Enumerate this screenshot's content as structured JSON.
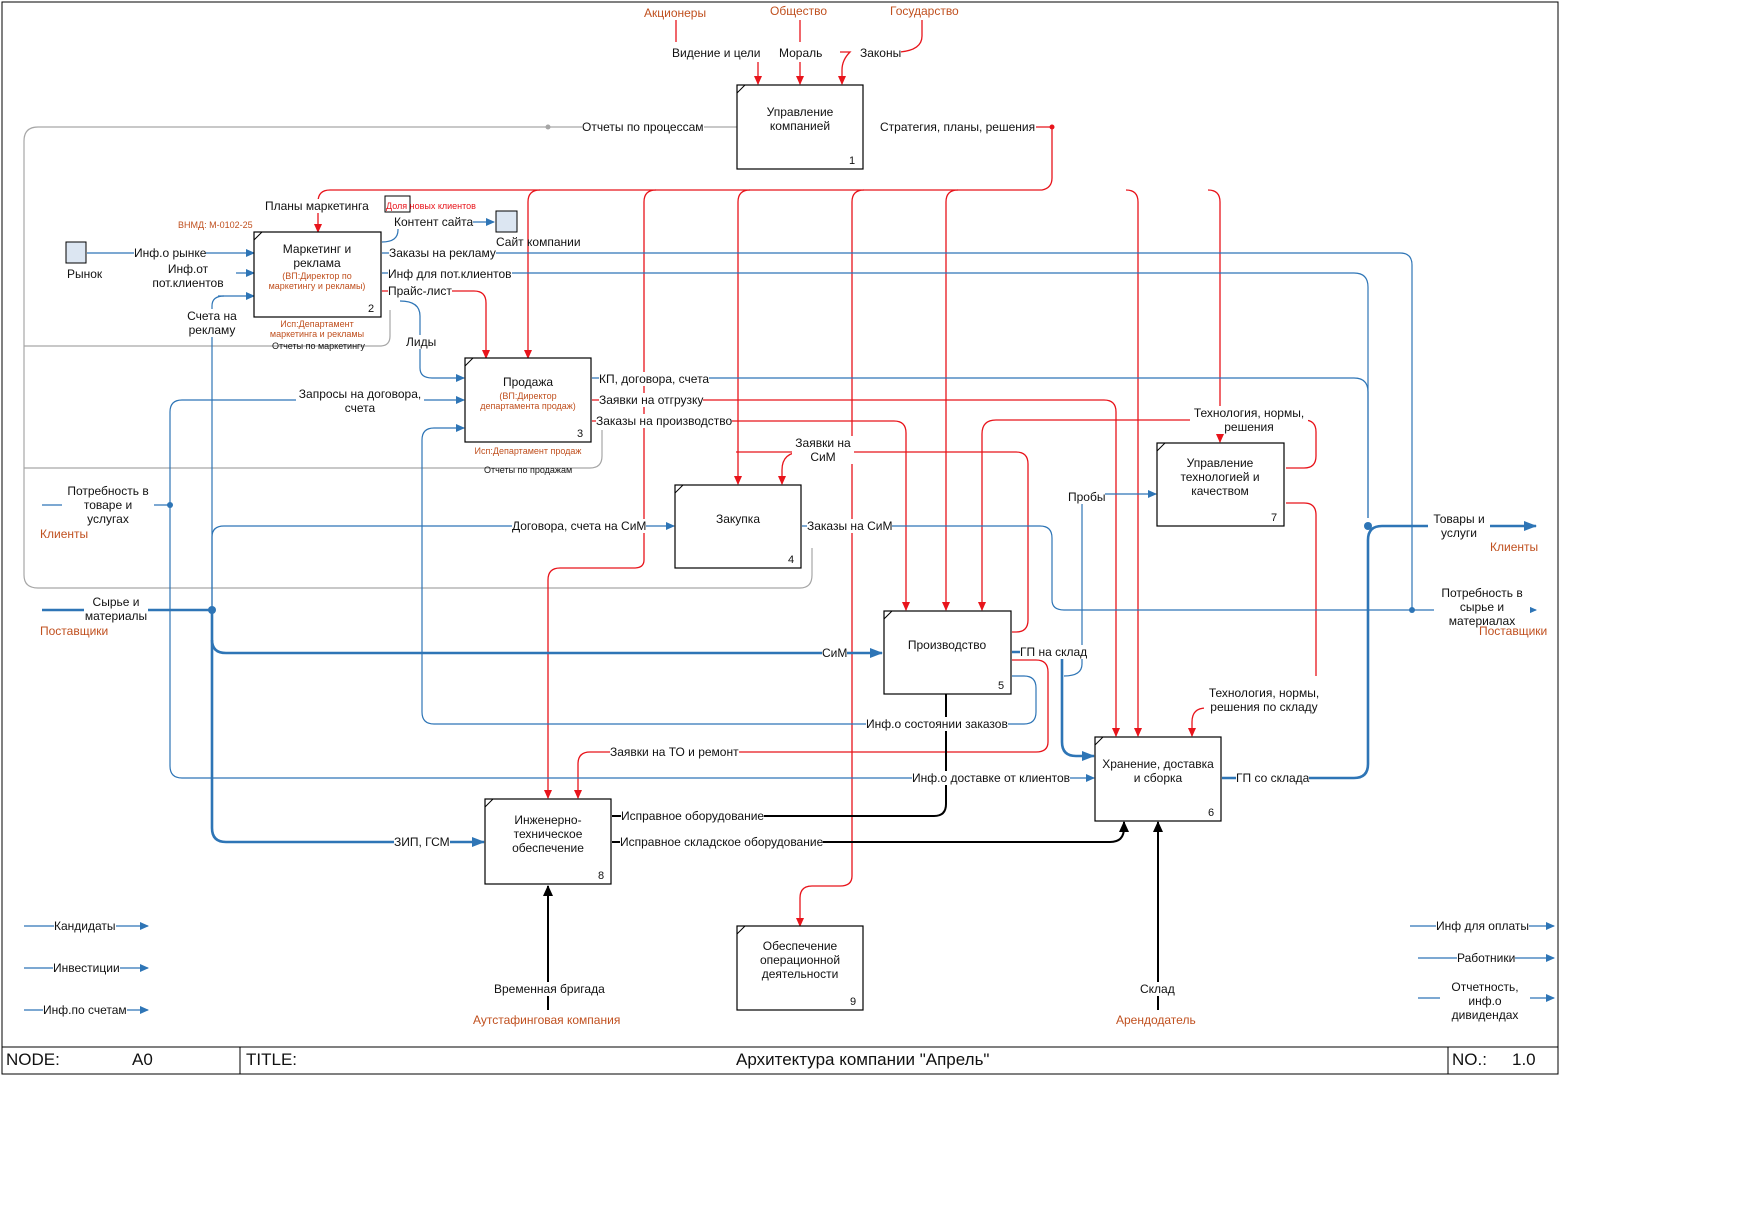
{
  "title_bar": {
    "node_label": "NODE:",
    "node_value": "A0",
    "title_label": "TITLE:",
    "title_value": "Архитектура компании \"Апрель\"",
    "no_label": "NO.:",
    "no_value": "1.0"
  },
  "colors": {
    "control": "#e8141b",
    "input": "#2e75b6",
    "mechanism": "#000000",
    "feedback": "#a6a6a6",
    "org_text": "#c0501f"
  },
  "top_sources": {
    "shareholders": "Акционеры",
    "society": "Общество",
    "state": "Государство"
  },
  "top_labels": {
    "vision": "Видение и цели",
    "moral": "Мораль",
    "laws": "Законы",
    "process_reports": "Отчеты по процессам",
    "strategy": "Стратегия, планы, решения"
  },
  "boxes": {
    "b1": {
      "title": "Управление компанией",
      "num": "1"
    },
    "b2": {
      "title": "Маркетинг и реклама",
      "sub": "(ВП:Директор по маркетингу и рекламы)",
      "num": "2",
      "code": "ВНМД: М-0102-25",
      "exec": "Исп:Департамент маркетинга и рекламы"
    },
    "b3": {
      "title": "Продажа",
      "sub": "(ВП:Директор департамента продаж)",
      "num": "3",
      "exec": "Исп:Департамент продаж"
    },
    "b4": {
      "title": "Закупка",
      "num": "4"
    },
    "b5": {
      "title": "Производство",
      "num": "5"
    },
    "b6": {
      "title": "Хранение, доставка и сборка",
      "num": "6"
    },
    "b7": {
      "title": "Управление технологией и качеством",
      "num": "7"
    },
    "b8": {
      "title": "Инженерно-техническое обеспечение",
      "num": "8"
    },
    "b9": {
      "title": "Обеспечение операционной деятельности",
      "num": "9"
    }
  },
  "arrows": {
    "marketing_plans": "Планы маркетинга",
    "new_clients_share": "Доля новых клиентов",
    "site_content": "Контент сайта",
    "site": "Сайт компании",
    "market": "Рынок",
    "market_info": "Инф.о рынке",
    "potential_info": "Инф.от пот.клиентов",
    "ad_invoices": "Счета на рекламу",
    "ad_orders": "Заказы на рекламу",
    "info_for_potential": "Инф для пот.клиентов",
    "price_list": "Прайс-лист",
    "leads": "Лиды",
    "marketing_reports": "Отчеты по маркетингу",
    "contract_requests": "Запросы на договора, счета",
    "offers": "КП, договора, счета",
    "shipping_requests": "Заявки на отгрузку",
    "production_orders": "Заказы на производство",
    "sales_reports": "Отчеты по продажам",
    "material_requests": "Заявки на СиМ",
    "tech_norms": "Технология, нормы, решения",
    "samples": "Пробы",
    "needs": "Потребность в товаре и услугах",
    "clients": "Клиенты",
    "contracts_sim": "Договора, счета на СиМ",
    "orders_sim": "Заказы на СиМ",
    "goods": "Товары и услуги",
    "clients_out": "Клиенты",
    "raw_materials": "Сырье и материалы",
    "suppliers": "Поставщики",
    "material_needs": "Потребность в сырье и материалах",
    "suppliers_out": "Поставщики",
    "sim": "СиМ",
    "gp_to_store": "ГП на склад",
    "order_state_info": "Инф.о состоянии заказов",
    "warehouse_tech": "Технология, нормы, решения по складу",
    "maintenance_requests": "Заявки на ТО и ремонт",
    "delivery_info": "Инф.о доставке от клиентов",
    "gp_from_store": "ГП со склада",
    "zip": "ЗИП, ГСМ",
    "working_equipment": "Исправное оборудование",
    "working_store_equipment": "Исправное складское оборудование",
    "temp_team": "Временная бригада",
    "outstaff": "Аутстафинговая компания",
    "warehouse": "Склад",
    "landlord": "Арендодатель"
  },
  "left_bottom": {
    "candidates": "Кандидаты",
    "investments": "Инвестиции",
    "account_info": "Инф.по счетам"
  },
  "right_bottom": {
    "payment_info": "Инф для оплаты",
    "employees": "Работники",
    "reporting": "Отчетность, инф.о дивидендах"
  }
}
